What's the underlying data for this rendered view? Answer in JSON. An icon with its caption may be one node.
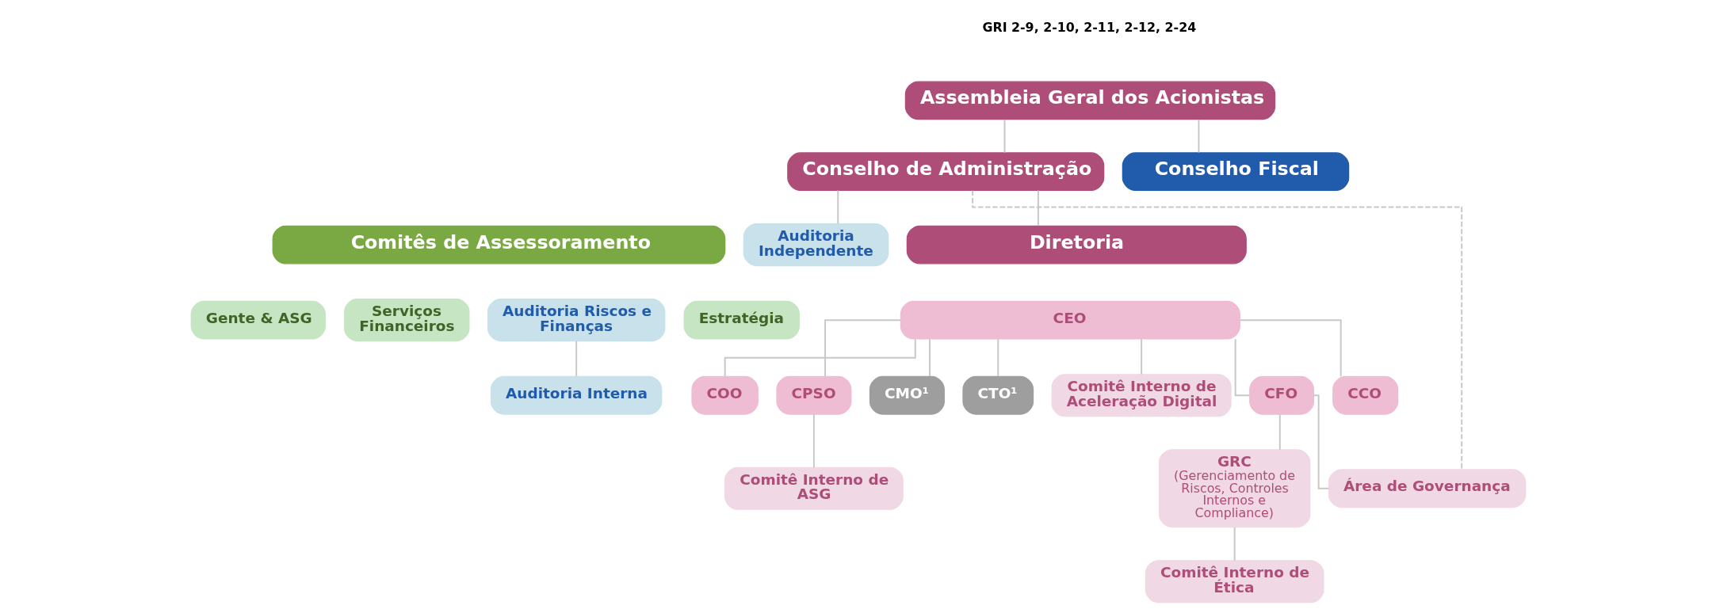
{
  "diagram": {
    "nodes": [
      {
        "text": [
          "Assembleia Geral dos Acionistas"
        ]
      },
      {
        "text": [
          "Conselho de Administração"
        ]
      },
      {
        "text": [
          "Conselho Fiscal"
        ]
      },
      {
        "text": [
          "Comitês de Assessoramento"
        ]
      },
      {
        "text": [
          "Auditoria Riscos e Finanças"
        ]
      },
      {
        "text": [
          "Estratégia"
        ]
      },
      {
        "text": [
          "Gente & ASG"
        ]
      },
      {
        "text": [
          "Serviços Financeiros"
        ]
      },
      {
        "text": [
          "Auditoria Independente"
        ]
      },
      {
        "text": [
          "Auditoria Interna"
        ]
      },
      {
        "text": [
          "Diretoria"
        ]
      },
      {
        "text": [
          "CEO"
        ]
      },
      {
        "text": [
          "CFO"
        ]
      },
      {
        "text": [
          "CCO"
        ]
      },
      {
        "text": [
          "COO"
        ]
      },
      {
        "text": [
          "CPSO"
        ]
      },
      {
        "text": [
          "CMO¹"
        ]
      },
      {
        "text": [
          "CTO¹"
        ]
      },
      {
        "text": [
          "Área de Governança"
        ]
      },
      {
        "text": [
          "GRC",
          "(Gerenciamento de Riscos, Controles Internos e Compliance)"
        ]
      },
      {
        "text": [
          "Comitê Interno de Aceleração Digital"
        ]
      },
      {
        "text": [
          "Comitê Interno de ASG"
        ]
      },
      {
        "text": [
          "Comitê Interno de Ética"
        ]
      }
    ],
    "edges": [
      {
        "from": 0,
        "to": 1,
        "arrow": "none"
      },
      {
        "from": 0,
        "to": 2,
        "arrow": "none"
      },
      {
        "from": 1,
        "to": 8,
        "arrow": "none"
      },
      {
        "from": 1,
        "to": 10,
        "arrow": "none"
      },
      {
        "from": 1,
        "to": 18,
        "arrow": "none",
        "style": "dashed"
      },
      {
        "from": 4,
        "to": 9,
        "arrow": "none"
      },
      {
        "from": 11,
        "to": 12,
        "arrow": "none"
      },
      {
        "from": 11,
        "to": 13,
        "arrow": "none"
      },
      {
        "from": 11,
        "to": 14,
        "arrow": "none"
      },
      {
        "from": 11,
        "to": 15,
        "arrow": "none"
      },
      {
        "from": 11,
        "to": 16,
        "arrow": "none"
      },
      {
        "from": 11,
        "to": 17,
        "arrow": "none"
      },
      {
        "from": 11,
        "to": 20,
        "arrow": "none"
      },
      {
        "from": 12,
        "to": 18,
        "arrow": "none"
      },
      {
        "from": 12,
        "to": 19,
        "arrow": "none"
      },
      {
        "from": 15,
        "to": 21,
        "arrow": "none"
      },
      {
        "from": 19,
        "to": 22,
        "arrow": "none"
      }
    ],
    "labels": [
      "GRI 2-9, 2-10, 2-11, 2-12, 2-24"
    ]
  }
}
